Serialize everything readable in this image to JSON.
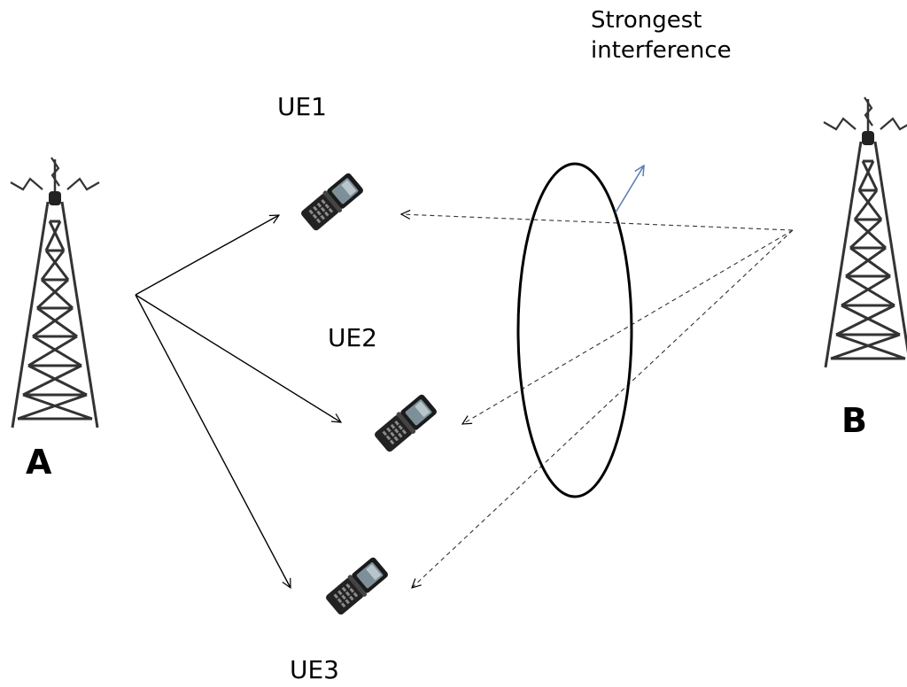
{
  "towers": {
    "a_label": "A",
    "b_label": "B"
  },
  "devices": {
    "ue1_label": "UE1",
    "ue2_label": "UE2",
    "ue3_label": "UE3"
  },
  "annotation": {
    "line1": "Strongest",
    "line2": "interference"
  },
  "colors": {
    "signal": "#000000",
    "interference": "#333333",
    "pointer": "#5b7fb5"
  }
}
